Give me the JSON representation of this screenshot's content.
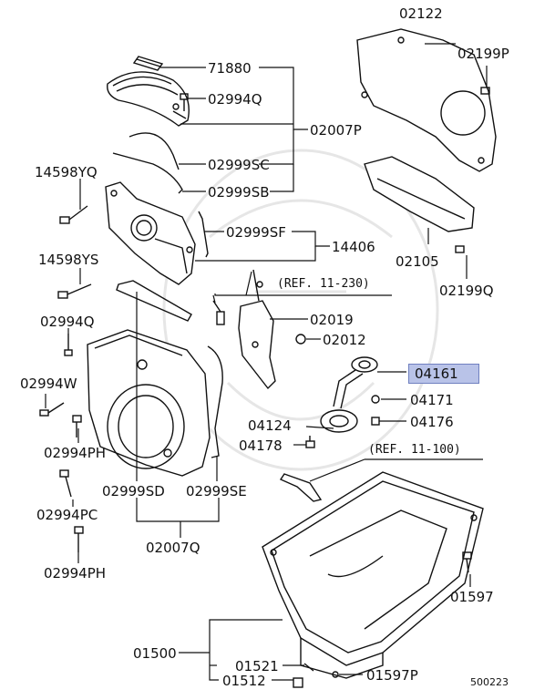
{
  "labels": {
    "p71880": "71880",
    "p02994Q_top": "02994Q",
    "p02007P": "02007P",
    "p02999SC": "02999SC",
    "p02999SB": "02999SB",
    "p02999SF": "02999SF",
    "p14406": "14406",
    "p14598YQ": "14598YQ",
    "p14598YS": "14598YS",
    "p02994Q_left": "02994Q",
    "p02994W": "02994W",
    "p02994PH_mid": "02994PH",
    "p02999SD": "02999SD",
    "p02999SE": "02999SE",
    "p02007Q": "02007Q",
    "p02994PC": "02994PC",
    "p02994PH_low": "02994PH",
    "p02122": "02122",
    "p02199P": "02199P",
    "p02105": "02105",
    "p02199Q": "02199Q",
    "p02019": "02019",
    "p02012": "02012",
    "p04161": "04161",
    "p04171": "04171",
    "p04124": "04124",
    "p04176": "04176",
    "p04178": "04178",
    "p01597_right": "01597",
    "p01500": "01500",
    "p01521": "01521",
    "p01512": "01512",
    "p01597P": "01597P"
  },
  "references": {
    "ref_11_230": "(REF. 11-230)",
    "ref_11_100": "(REF. 11-100)"
  },
  "diagram_code": "500223",
  "highlight_color": "#b9c3e8"
}
